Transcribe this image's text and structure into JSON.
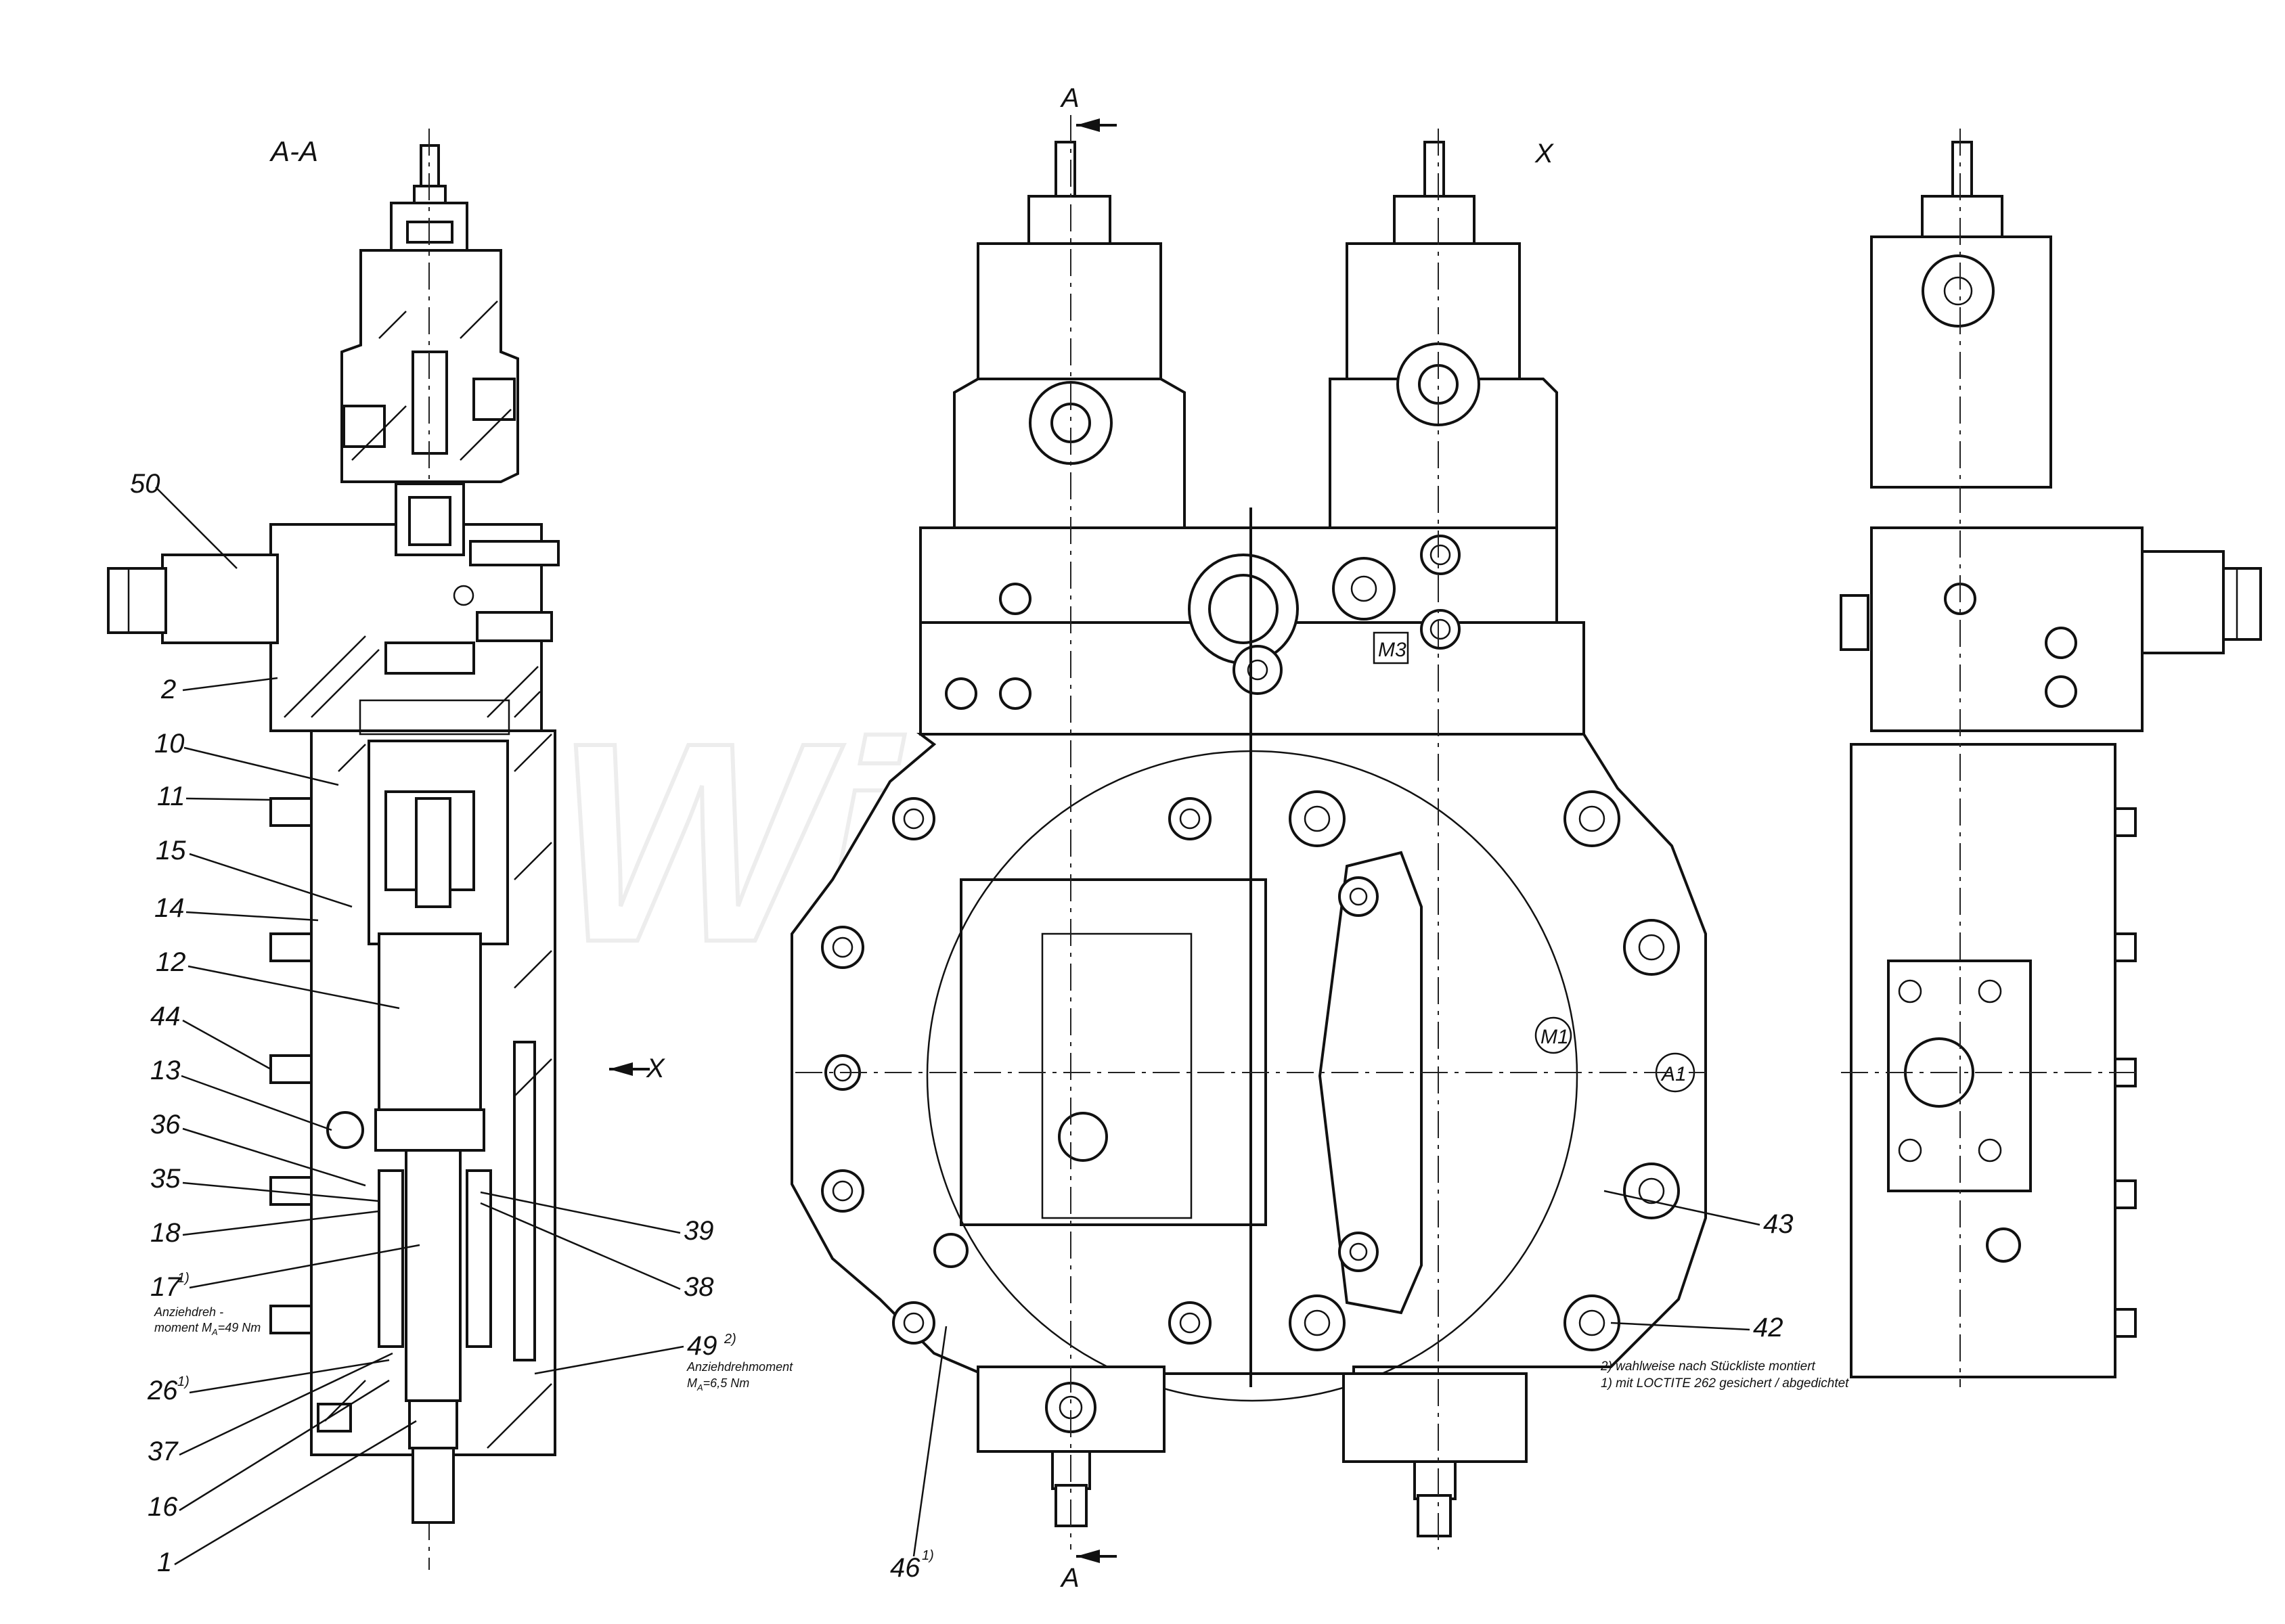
{
  "watermark": "Wibako",
  "section_view": {
    "title": "A-A",
    "section_marker_x": "X",
    "callouts": [
      "50",
      "2",
      "10",
      "11",
      "15",
      "14",
      "12",
      "44",
      "13",
      "36",
      "35",
      "18",
      "17",
      "26",
      "37",
      "16",
      "1",
      "39",
      "38",
      "49"
    ],
    "footnote_marks": {
      "17": "1)",
      "26": "1)",
      "49": "2)",
      "46": "1)"
    },
    "torque_note_17_line1": "Anziehdreh -",
    "torque_note_17_line2": "moment M",
    "torque_note_17_sub": "A",
    "torque_note_17_value": "=49 Nm",
    "torque_note_49_line1": "Anziehdrehmoment",
    "torque_note_49_line2": "M",
    "torque_note_49_sub": "A",
    "torque_note_49_value": "=6,5 Nm"
  },
  "front_view": {
    "cut_label_top": "A",
    "cut_label_bottom": "A",
    "view_label": "X",
    "ports": [
      "M3",
      "M1",
      "A1"
    ],
    "callouts": [
      "43",
      "42",
      "46"
    ]
  },
  "notes": {
    "note_2": "2) wahlweise nach Stückliste montiert",
    "note_1": "1) mit LOCTITE 262 gesichert / abgedichtet"
  }
}
